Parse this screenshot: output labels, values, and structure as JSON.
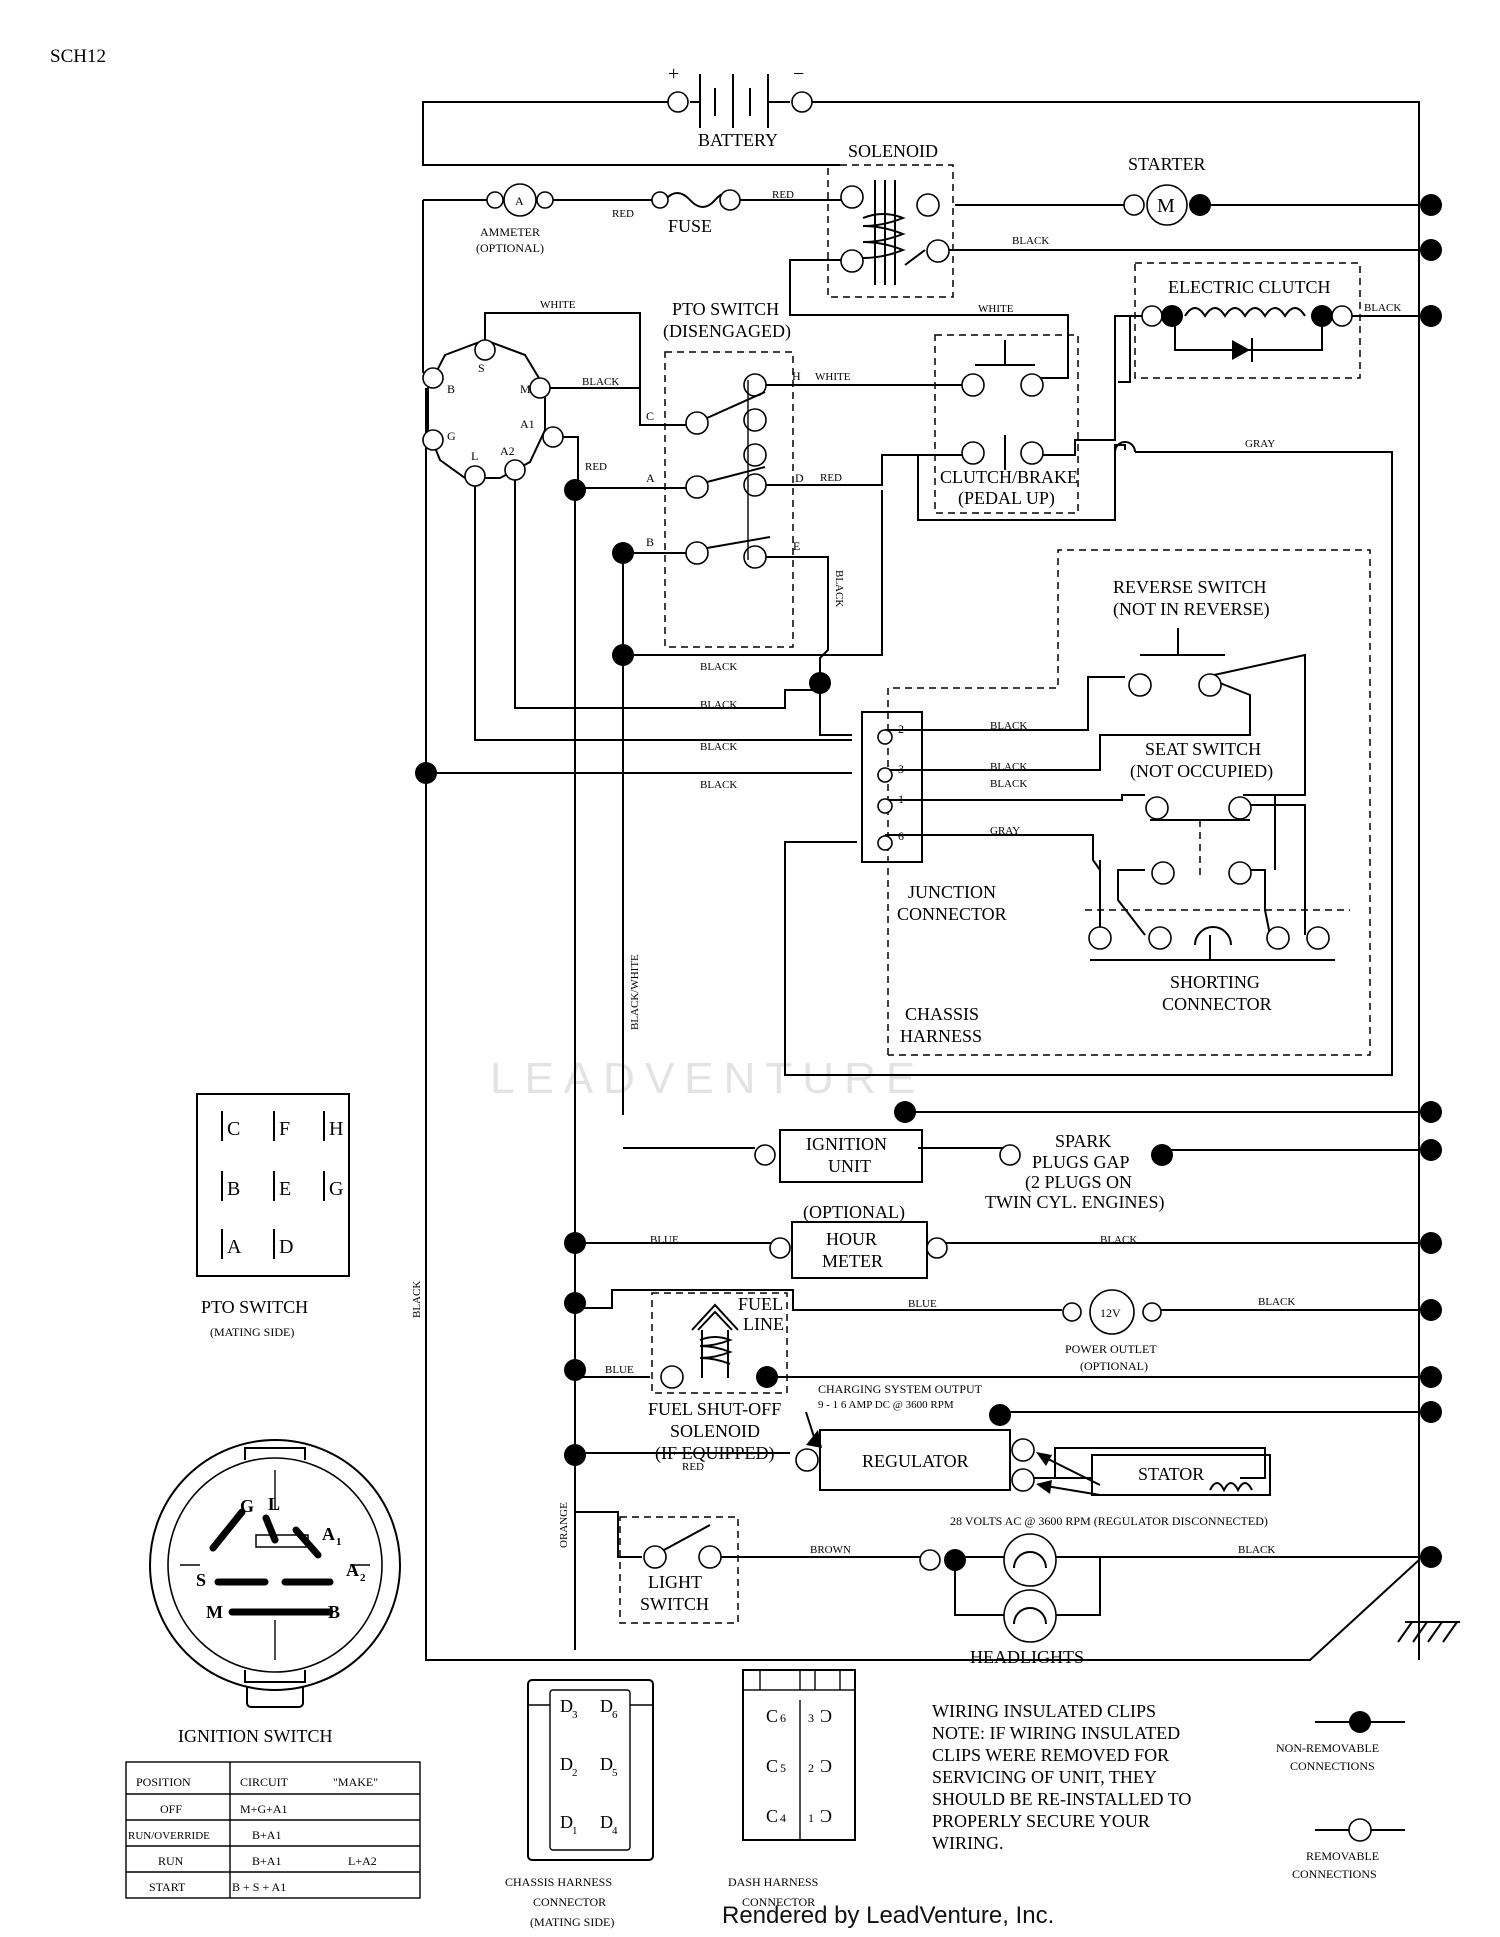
{
  "doc": {
    "code": "SCH12",
    "footer": "Rendered by LeadVenture, Inc.",
    "watermark": "LEADVENTURE"
  },
  "components": {
    "battery": "BATTERY",
    "battery_plus": "+",
    "battery_minus": "−",
    "solenoid": "SOLENOID",
    "starter": "STARTER",
    "starter_symbol": "M",
    "ammeter": "AMMETER",
    "ammeter_optional": "(OPTIONAL)",
    "ammeter_symbol": "A",
    "fuse": "FUSE",
    "electric_clutch": "ELECTRIC CLUTCH",
    "pto_switch": "PTO SWITCH",
    "pto_disengaged": "(DISENGAGED)",
    "clutch_brake": "CLUTCH/BRAKE",
    "pedal_up": "(PEDAL UP)",
    "reverse_switch": "REVERSE SWITCH",
    "not_in_reverse": "(NOT IN REVERSE)",
    "seat_switch": "SEAT SWITCH",
    "not_occupied": "(NOT OCCUPIED)",
    "junction": "JUNCTION",
    "connector": "CONNECTOR",
    "shorting": "SHORTING",
    "shorting_connector": "CONNECTOR",
    "chassis": "CHASSIS",
    "harness": "HARNESS",
    "ignition_unit_1": "IGNITION",
    "ignition_unit_2": "UNIT",
    "spark_1": "SPARK",
    "spark_2": "PLUGS GAP",
    "spark_3": "(2 PLUGS ON",
    "spark_4": "TWIN CYL. ENGINES)",
    "optional": "(OPTIONAL)",
    "hour_1": "HOUR",
    "hour_2": "METER",
    "fuel_1": "FUEL",
    "fuel_2": "LINE",
    "power_symbol": "12V",
    "power_outlet": "POWER OUTLET",
    "power_optional": "(OPTIONAL)",
    "charging_1": "CHARGING SYSTEM OUTPUT",
    "charging_2": "9 - 1 6 AMP DC @ 3600 RPM",
    "fso_1": "FUEL SHUT-OFF",
    "fso_2": "SOLENOID",
    "fso_3": "(IF EQUIPPED)",
    "regulator": "REGULATOR",
    "stator": "STATOR",
    "volts_ac": "28 VOLTS AC @ 3600 RPM (REGULATOR DISCONNECTED)",
    "light_1": "LIGHT",
    "light_2": "SWITCH",
    "headlights": "HEADLIGHTS"
  },
  "wires": {
    "red": "RED",
    "black": "BLACK",
    "white": "WHITE",
    "gray": "GRAY",
    "blue": "BLUE",
    "brown": "BROWN",
    "orange": "ORANGE",
    "black_white": "BLACK/WHITE"
  },
  "terminals": {
    "s": "S",
    "b": "B",
    "g": "G",
    "m": "M",
    "l": "L",
    "a1": "A1",
    "a2": "A2",
    "c": "C",
    "h": "H",
    "a": "A",
    "d": "D",
    "e": "E",
    "bb": "B",
    "j2": "2",
    "j3": "3",
    "j1": "1",
    "j6": "6"
  },
  "pto_mating": {
    "grid": [
      "C",
      "F",
      "H",
      "B",
      "E",
      "G",
      "A",
      "D"
    ],
    "title": "PTO SWITCH",
    "subtitle": "(MATING SIDE)"
  },
  "ignition_switch": {
    "title": "IGNITION SWITCH",
    "face": {
      "g": "G",
      "l": "L",
      "a1": "A",
      "a1sub": "1",
      "s": "S",
      "a2": "A",
      "a2sub": "2",
      "m": "M",
      "b": "B"
    },
    "headers": [
      "POSITION",
      "CIRCUIT",
      "\"MAKE\""
    ],
    "rows": [
      [
        "OFF",
        "M+G+A1",
        ""
      ],
      [
        "RUN/OVERRIDE",
        "B+A1",
        ""
      ],
      [
        "RUN",
        "B+A1",
        "L+A2"
      ],
      [
        "START",
        "B + S + A1",
        ""
      ]
    ]
  },
  "chassis_connector": {
    "pins": [
      "D3",
      "D6",
      "D2",
      "D5",
      "D1",
      "D4"
    ],
    "label_1": "CHASSIS HARNESS",
    "label_2": "CONNECTOR",
    "label_3": "(MATING SIDE)"
  },
  "dash_connector": {
    "pins": [
      "6",
      "3",
      "5",
      "2",
      "4",
      "1"
    ],
    "label_1": "DASH HARNESS",
    "label_2": "CONNECTOR"
  },
  "notes": {
    "lines": [
      "WIRING INSULATED CLIPS",
      "NOTE:  IF WIRING INSULATED",
      "CLIPS WERE REMOVED FOR",
      "SERVICING OF UNIT, THEY",
      "SHOULD BE RE-INSTALLED TO",
      "PROPERLY SECURE YOUR",
      "WIRING."
    ]
  },
  "legend": {
    "nonremovable_1": "NON-REMOVABLE",
    "nonremovable_2": "CONNECTIONS",
    "removable_1": "REMOVABLE",
    "removable_2": "CONNECTIONS"
  }
}
